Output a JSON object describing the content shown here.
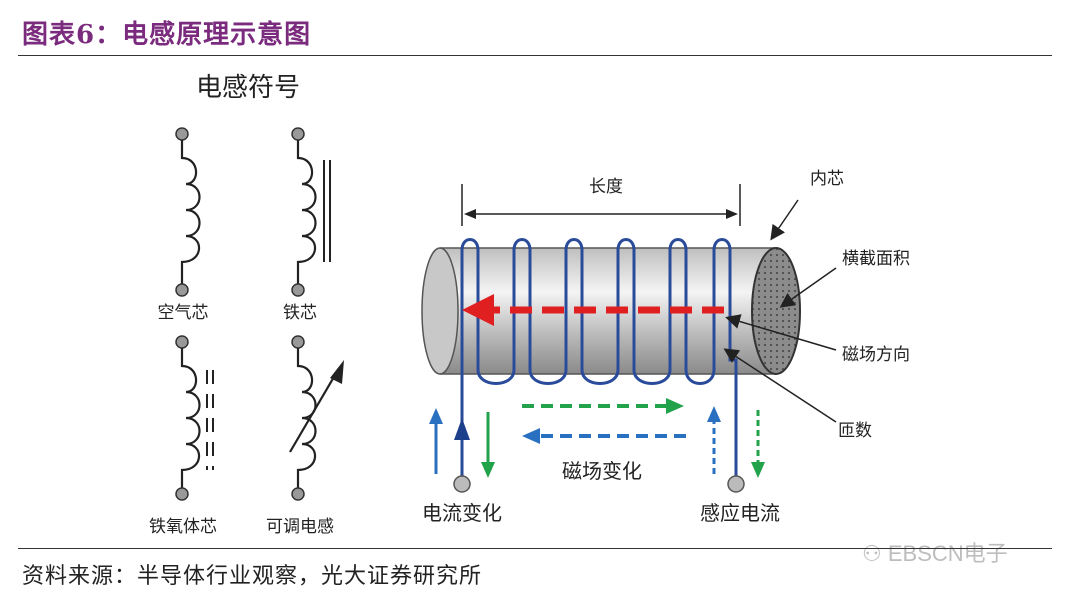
{
  "header": {
    "title": "图表6：电感原理示意图"
  },
  "symbols": {
    "heading": "电感符号",
    "items": [
      "空气芯",
      "铁芯",
      "铁氧体芯",
      "可调电感"
    ]
  },
  "coil": {
    "length_label": "长度",
    "core_label": "内芯",
    "cross_section_label": "横截面积",
    "field_direction_label": "磁场方向",
    "turns_label": "匝数",
    "field_change_label": "磁场变化",
    "current_change_label": "电流变化",
    "induced_current_label": "感应电流"
  },
  "footer": {
    "source": "资料来源：半导体行业观察，光大证券研究所",
    "watermark": "EBSCN电子"
  },
  "colors": {
    "title": "#7b2b7d",
    "coil_wire": "#2a4a9a",
    "red_arrow": "#e02020",
    "green_arrow": "#22a24a",
    "blue_arrow": "#2a70c0"
  }
}
